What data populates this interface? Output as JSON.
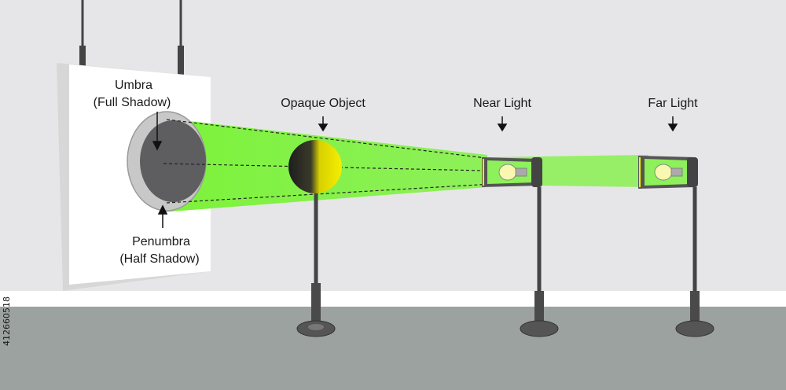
{
  "labels": {
    "umbra_line1": "Umbra",
    "umbra_line2": "(Full Shadow)",
    "penumbra_line1": "Penumbra",
    "penumbra_line2": "(Half Shadow)",
    "opaque_object": "Opaque Object",
    "near_light": "Near Light",
    "far_light": "Far Light"
  },
  "watermark": "412660518",
  "colors": {
    "wall": "#e6e6e8",
    "floor": "#9ca2a0",
    "baseboard": "#ffffff",
    "beam": "#7cf23a",
    "umbra": "#5e5e60",
    "penumbra": "#c8c8c8",
    "bulb": "#f2f200",
    "stand": "#4a4a4a"
  }
}
